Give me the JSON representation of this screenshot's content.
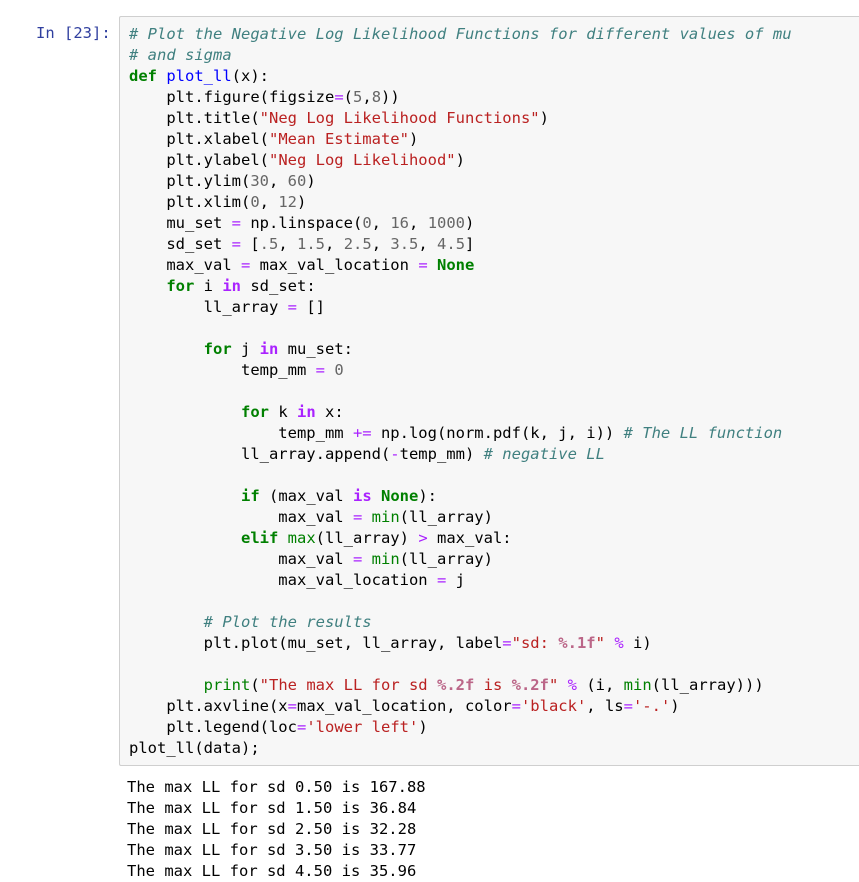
{
  "cell": {
    "prompt": "In [23]:",
    "code_lines": [
      [
        {
          "t": "cm",
          "v": "# Plot the Negative Log Likelihood Functions for different values of mu"
        }
      ],
      [
        {
          "t": "cm",
          "v": "# and sigma"
        }
      ],
      [
        {
          "t": "kw",
          "v": "def"
        },
        {
          "t": "",
          "v": " "
        },
        {
          "t": "fn",
          "v": "plot_ll"
        },
        {
          "t": "",
          "v": "(x):"
        }
      ],
      [
        {
          "t": "",
          "v": "    plt.figure(figsize"
        },
        {
          "t": "op",
          "v": "="
        },
        {
          "t": "",
          "v": "("
        },
        {
          "t": "num",
          "v": "5"
        },
        {
          "t": "",
          "v": ","
        },
        {
          "t": "num",
          "v": "8"
        },
        {
          "t": "",
          "v": "))"
        }
      ],
      [
        {
          "t": "",
          "v": "    plt.title("
        },
        {
          "t": "str",
          "v": "\"Neg Log Likelihood Functions\""
        },
        {
          "t": "",
          "v": ")"
        }
      ],
      [
        {
          "t": "",
          "v": "    plt.xlabel("
        },
        {
          "t": "str",
          "v": "\"Mean Estimate\""
        },
        {
          "t": "",
          "v": ")"
        }
      ],
      [
        {
          "t": "",
          "v": "    plt.ylabel("
        },
        {
          "t": "str",
          "v": "\"Neg Log Likelihood\""
        },
        {
          "t": "",
          "v": ")"
        }
      ],
      [
        {
          "t": "",
          "v": "    plt.ylim("
        },
        {
          "t": "num",
          "v": "30"
        },
        {
          "t": "",
          "v": ", "
        },
        {
          "t": "num",
          "v": "60"
        },
        {
          "t": "",
          "v": ")"
        }
      ],
      [
        {
          "t": "",
          "v": "    plt.xlim("
        },
        {
          "t": "num",
          "v": "0"
        },
        {
          "t": "",
          "v": ", "
        },
        {
          "t": "num",
          "v": "12"
        },
        {
          "t": "",
          "v": ")"
        }
      ],
      [
        {
          "t": "",
          "v": "    mu_set "
        },
        {
          "t": "op",
          "v": "="
        },
        {
          "t": "",
          "v": " np.linspace("
        },
        {
          "t": "num",
          "v": "0"
        },
        {
          "t": "",
          "v": ", "
        },
        {
          "t": "num",
          "v": "16"
        },
        {
          "t": "",
          "v": ", "
        },
        {
          "t": "num",
          "v": "1000"
        },
        {
          "t": "",
          "v": ")"
        }
      ],
      [
        {
          "t": "",
          "v": "    sd_set "
        },
        {
          "t": "op",
          "v": "="
        },
        {
          "t": "",
          "v": " ["
        },
        {
          "t": "num",
          "v": ".5"
        },
        {
          "t": "",
          "v": ", "
        },
        {
          "t": "num",
          "v": "1.5"
        },
        {
          "t": "",
          "v": ", "
        },
        {
          "t": "num",
          "v": "2.5"
        },
        {
          "t": "",
          "v": ", "
        },
        {
          "t": "num",
          "v": "3.5"
        },
        {
          "t": "",
          "v": ", "
        },
        {
          "t": "num",
          "v": "4.5"
        },
        {
          "t": "",
          "v": "]"
        }
      ],
      [
        {
          "t": "",
          "v": "    max_val "
        },
        {
          "t": "op",
          "v": "="
        },
        {
          "t": "",
          "v": " max_val_location "
        },
        {
          "t": "op",
          "v": "="
        },
        {
          "t": "",
          "v": " "
        },
        {
          "t": "kc",
          "v": "None"
        }
      ],
      [
        {
          "t": "",
          "v": "    "
        },
        {
          "t": "kw",
          "v": "for"
        },
        {
          "t": "",
          "v": " i "
        },
        {
          "t": "op-word",
          "v": "in"
        },
        {
          "t": "",
          "v": " sd_set:"
        }
      ],
      [
        {
          "t": "",
          "v": "        ll_array "
        },
        {
          "t": "op",
          "v": "="
        },
        {
          "t": "",
          "v": " []"
        }
      ],
      [
        {
          "t": "",
          "v": ""
        }
      ],
      [
        {
          "t": "",
          "v": "        "
        },
        {
          "t": "kw",
          "v": "for"
        },
        {
          "t": "",
          "v": " j "
        },
        {
          "t": "op-word",
          "v": "in"
        },
        {
          "t": "",
          "v": " mu_set:"
        }
      ],
      [
        {
          "t": "",
          "v": "            temp_mm "
        },
        {
          "t": "op",
          "v": "="
        },
        {
          "t": "",
          "v": " "
        },
        {
          "t": "num",
          "v": "0"
        }
      ],
      [
        {
          "t": "",
          "v": ""
        }
      ],
      [
        {
          "t": "",
          "v": "            "
        },
        {
          "t": "kw",
          "v": "for"
        },
        {
          "t": "",
          "v": " k "
        },
        {
          "t": "op-word",
          "v": "in"
        },
        {
          "t": "",
          "v": " x:"
        }
      ],
      [
        {
          "t": "",
          "v": "                temp_mm "
        },
        {
          "t": "op",
          "v": "+="
        },
        {
          "t": "",
          "v": " np.log(norm.pdf(k, j, i)) "
        },
        {
          "t": "cm",
          "v": "# The LL function"
        }
      ],
      [
        {
          "t": "",
          "v": "            ll_array.append("
        },
        {
          "t": "op",
          "v": "-"
        },
        {
          "t": "",
          "v": "temp_mm) "
        },
        {
          "t": "cm",
          "v": "# negative LL"
        }
      ],
      [
        {
          "t": "",
          "v": ""
        }
      ],
      [
        {
          "t": "",
          "v": "            "
        },
        {
          "t": "kw",
          "v": "if"
        },
        {
          "t": "",
          "v": " (max_val "
        },
        {
          "t": "op-word",
          "v": "is"
        },
        {
          "t": "",
          "v": " "
        },
        {
          "t": "kc",
          "v": "None"
        },
        {
          "t": "",
          "v": "):"
        }
      ],
      [
        {
          "t": "",
          "v": "                max_val "
        },
        {
          "t": "op",
          "v": "="
        },
        {
          "t": "",
          "v": " "
        },
        {
          "t": "bi",
          "v": "min"
        },
        {
          "t": "",
          "v": "(ll_array)"
        }
      ],
      [
        {
          "t": "",
          "v": "            "
        },
        {
          "t": "kw",
          "v": "elif"
        },
        {
          "t": "",
          "v": " "
        },
        {
          "t": "bi",
          "v": "max"
        },
        {
          "t": "",
          "v": "(ll_array) "
        },
        {
          "t": "op",
          "v": ">"
        },
        {
          "t": "",
          "v": " max_val:"
        }
      ],
      [
        {
          "t": "",
          "v": "                max_val "
        },
        {
          "t": "op",
          "v": "="
        },
        {
          "t": "",
          "v": " "
        },
        {
          "t": "bi",
          "v": "min"
        },
        {
          "t": "",
          "v": "(ll_array)"
        }
      ],
      [
        {
          "t": "",
          "v": "                max_val_location "
        },
        {
          "t": "op",
          "v": "="
        },
        {
          "t": "",
          "v": " j"
        }
      ],
      [
        {
          "t": "",
          "v": ""
        }
      ],
      [
        {
          "t": "",
          "v": "        "
        },
        {
          "t": "cm",
          "v": "# Plot the results"
        }
      ],
      [
        {
          "t": "",
          "v": "        plt.plot(mu_set, ll_array, label"
        },
        {
          "t": "op",
          "v": "="
        },
        {
          "t": "str",
          "v": "\"sd: "
        },
        {
          "t": "esc",
          "v": "%.1f"
        },
        {
          "t": "str",
          "v": "\""
        },
        {
          "t": "",
          "v": " "
        },
        {
          "t": "op",
          "v": "%"
        },
        {
          "t": "",
          "v": " i)"
        }
      ],
      [
        {
          "t": "",
          "v": ""
        }
      ],
      [
        {
          "t": "",
          "v": "        "
        },
        {
          "t": "bi",
          "v": "print"
        },
        {
          "t": "",
          "v": "("
        },
        {
          "t": "str",
          "v": "\"The max LL for sd "
        },
        {
          "t": "esc",
          "v": "%.2f"
        },
        {
          "t": "str",
          "v": " is "
        },
        {
          "t": "esc",
          "v": "%.2f"
        },
        {
          "t": "str",
          "v": "\""
        },
        {
          "t": "",
          "v": " "
        },
        {
          "t": "op",
          "v": "%"
        },
        {
          "t": "",
          "v": " (i, "
        },
        {
          "t": "bi",
          "v": "min"
        },
        {
          "t": "",
          "v": "(ll_array)))"
        }
      ],
      [
        {
          "t": "",
          "v": "    plt.axvline(x"
        },
        {
          "t": "op",
          "v": "="
        },
        {
          "t": "",
          "v": "max_val_location, color"
        },
        {
          "t": "op",
          "v": "="
        },
        {
          "t": "str",
          "v": "'black'"
        },
        {
          "t": "",
          "v": ", ls"
        },
        {
          "t": "op",
          "v": "="
        },
        {
          "t": "str",
          "v": "'-.'"
        },
        {
          "t": "",
          "v": ")"
        }
      ],
      [
        {
          "t": "",
          "v": "    plt.legend(loc"
        },
        {
          "t": "op",
          "v": "="
        },
        {
          "t": "str",
          "v": "'lower left'"
        },
        {
          "t": "",
          "v": ")"
        }
      ],
      [
        {
          "t": "",
          "v": "plot_ll(data);"
        }
      ]
    ],
    "output_lines": [
      "The max LL for sd 0.50 is 167.88",
      "The max LL for sd 1.50 is 36.84",
      "The max LL for sd 2.50 is 32.28",
      "The max LL for sd 3.50 is 33.77",
      "The max LL for sd 4.50 is 35.96"
    ]
  }
}
